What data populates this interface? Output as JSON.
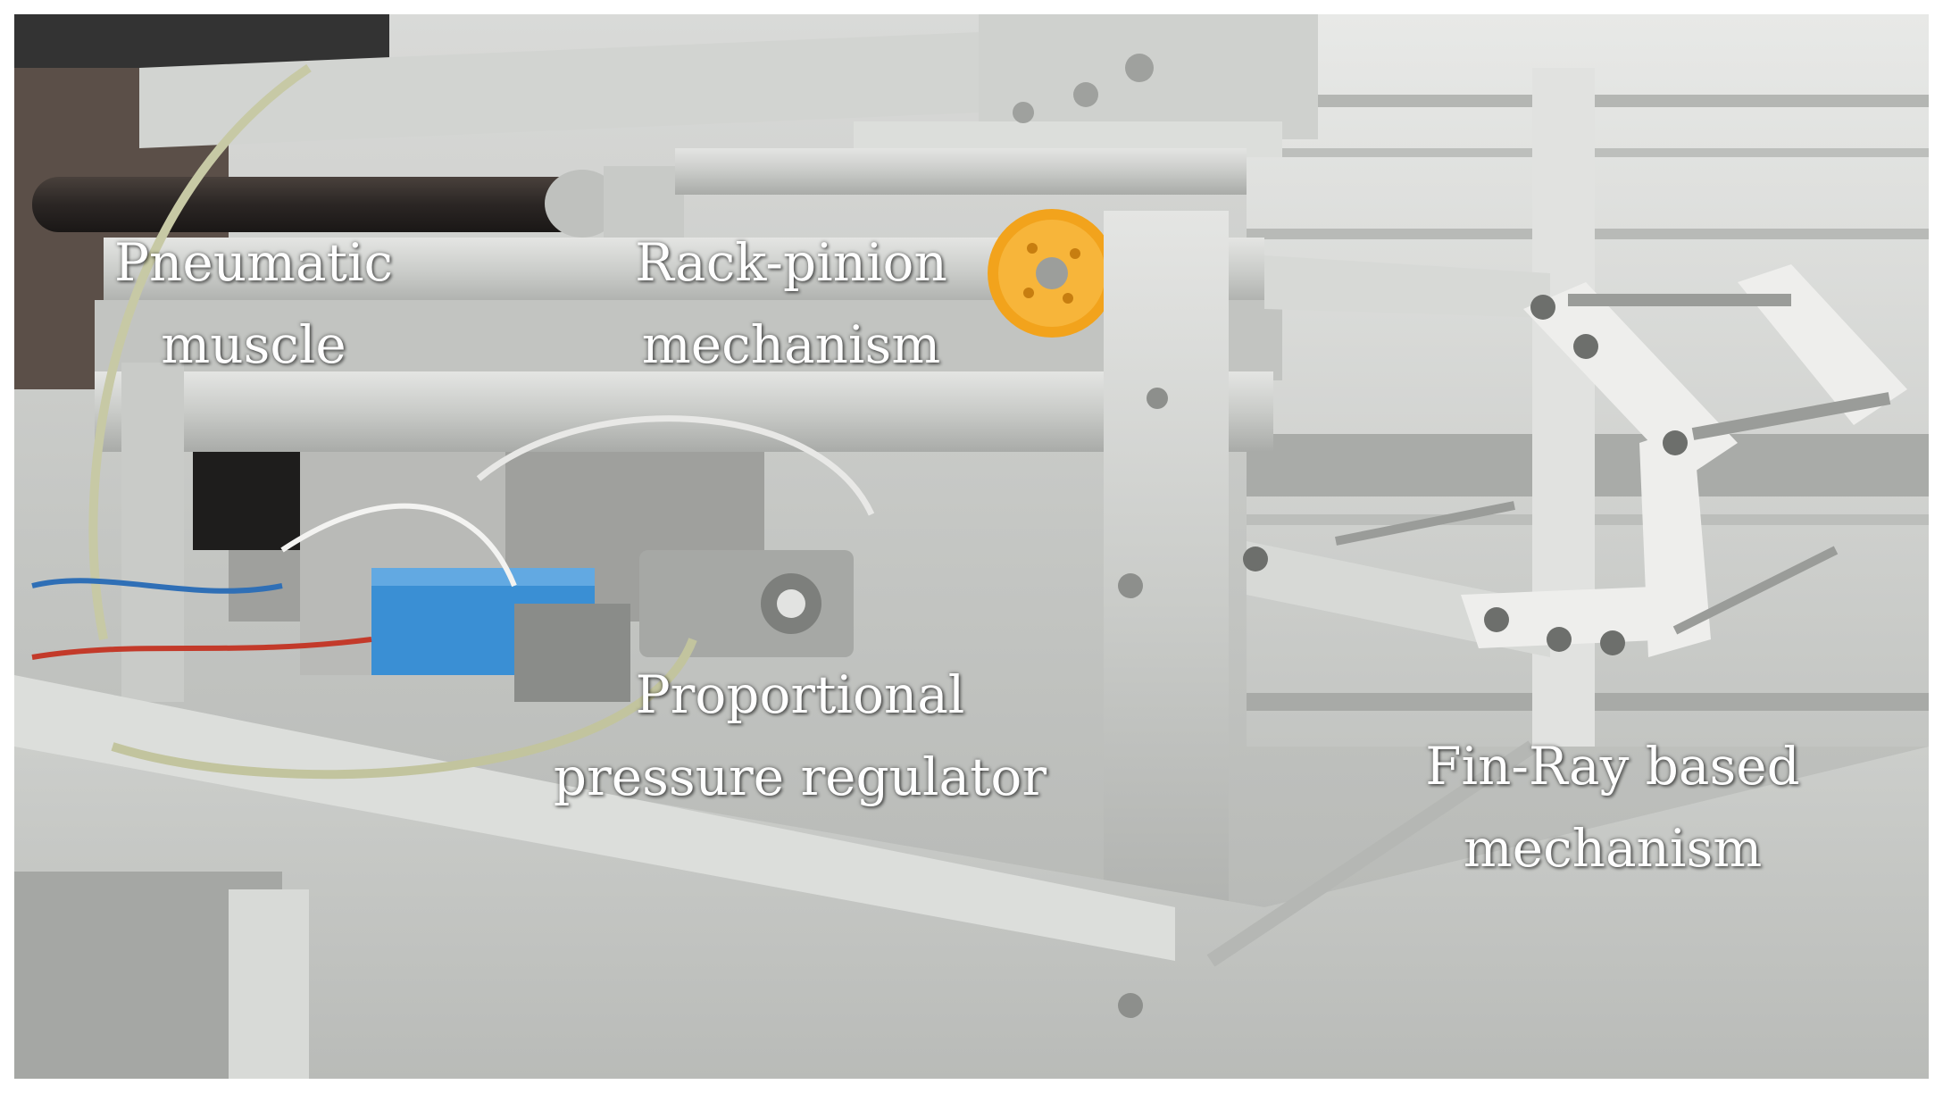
{
  "labels": {
    "pneumatic_muscle": [
      "Pneumatic",
      "muscle"
    ],
    "rack_pinion": [
      "Rack-pinion",
      "mechanism"
    ],
    "pressure_regulator": [
      "Proportional",
      "pressure regulator"
    ],
    "fin_ray": [
      "Fin-Ray based",
      "mechanism"
    ]
  },
  "colors": {
    "label_text": "#ffffff",
    "gear": "#f2a31c",
    "regulator_terminals": "#3a8fd4",
    "muscle": "#2b2624"
  }
}
